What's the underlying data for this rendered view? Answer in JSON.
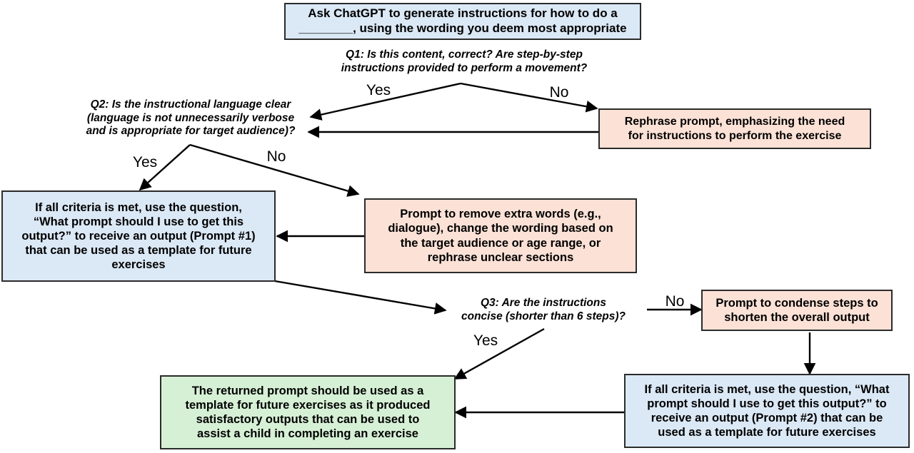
{
  "diagram": {
    "title": "ChatGPT prompt-refinement decision flowchart",
    "colors": {
      "blue_fill": "#dbe8f5",
      "pink_fill": "#fbe1d6",
      "green_fill": "#d6f0d6",
      "border": "#2b2b2b",
      "edge": "#000000"
    },
    "nodes": [
      {
        "id": "start",
        "kind": "process",
        "color": "blue",
        "text": "Ask ChatGPT to generate instructions for how to do a\n________, using the wording you deem most appropriate"
      },
      {
        "id": "rephrase-prompt",
        "kind": "process",
        "color": "pink",
        "text": "Rephrase prompt, emphasizing the need\nfor instructions to perform the exercise"
      },
      {
        "id": "prompt-one-output",
        "kind": "process",
        "color": "blue",
        "text": "If all criteria is met, use the question,\n“What prompt should I use to get this\noutput?” to receive an output (Prompt #1)\nthat can be used as a template for future\nexercises"
      },
      {
        "id": "remove-extra-words",
        "kind": "process",
        "color": "pink",
        "text": "Prompt to remove extra words (e.g.,\ndialogue), change the wording based  on\nthe target audience or age range, or\nrephrase unclear sections"
      },
      {
        "id": "condense-steps",
        "kind": "process",
        "color": "pink",
        "text": "Prompt to condense steps to\nshorten the overall output"
      },
      {
        "id": "prompt-two-output",
        "kind": "process",
        "color": "blue",
        "text": "If all criteria is met, use the question, “What\nprompt should I use to get this output?” to\nreceive an output (Prompt #2) that can be\nused as a template for future exercises"
      },
      {
        "id": "final-outcome",
        "kind": "terminal",
        "color": "green",
        "text": "The returned prompt should be used as a\ntemplate for future exercises as it produced\nsatisfactory outputs that can be used to\nassist a child in completing an exercise"
      }
    ],
    "questions": [
      {
        "id": "q1",
        "text": "Q1: Is this content, correct? Are step-by-step\ninstructions provided to perform a movement?"
      },
      {
        "id": "q2",
        "text": "Q2: Is the instructional language clear\n(language is not unnecessarily verbose\nand is appropriate for target audience)?"
      },
      {
        "id": "q3",
        "text": "Q3: Are the instructions\nconcise (shorter than 6 steps)?"
      }
    ],
    "branch_labels": {
      "q1_yes": "Yes",
      "q1_no": "No",
      "q2_yes": "Yes",
      "q2_no": "No",
      "q3_yes": "Yes",
      "q3_no": "No"
    }
  }
}
